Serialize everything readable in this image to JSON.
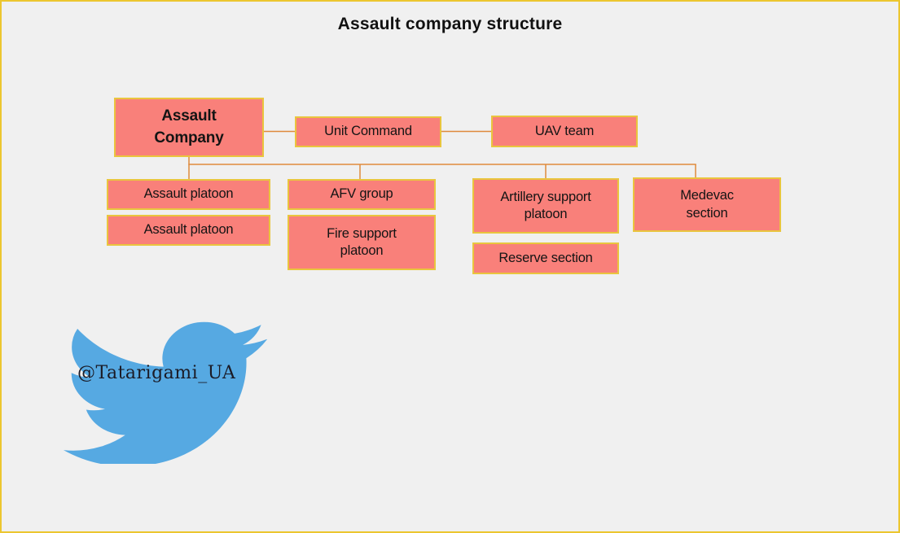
{
  "title": "Assault company structure",
  "colors": {
    "background": "#f0f0f0",
    "canvas-border": "#ecc62f",
    "node-fill": "#f9807a",
    "node-border": "#e9c53e",
    "connector": "#df8a3c",
    "node-text": "#141414",
    "twitter-blue": "#56a9e2",
    "watermark-text": "#1b1b26"
  },
  "nodes": {
    "assault_company": {
      "label": "Assault\nCompany"
    },
    "unit_command": {
      "label": "Unit Command"
    },
    "uav_team": {
      "label": "UAV team"
    },
    "assault_platoon_1": {
      "label": "Assault platoon"
    },
    "afv_group": {
      "label": "AFV group"
    },
    "artillery_support_platoon": {
      "label": "Artillery support\nplatoon"
    },
    "medevac_section": {
      "label": "Medevac\nsection"
    },
    "assault_platoon_2": {
      "label": "Assault platoon"
    },
    "fire_support_platoon": {
      "label": "Fire support\nplatoon"
    },
    "reserve_section": {
      "label": "Reserve section"
    }
  },
  "watermark": {
    "handle": "@Tatarigami_UA",
    "icon": "twitter-bird-icon"
  }
}
